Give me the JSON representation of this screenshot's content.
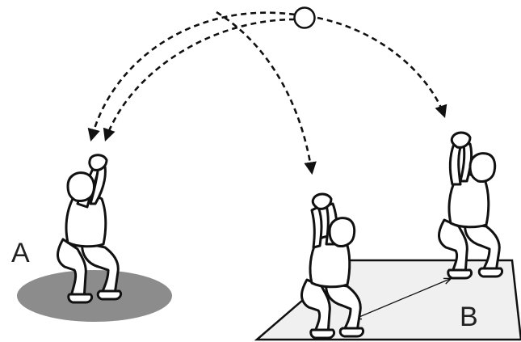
{
  "labels": {
    "left_position": "A",
    "right_position": "B"
  },
  "colors": {
    "zone_a_fill": "#8c8c8c",
    "zone_b_fill": "#f0f0f0",
    "outline": "#111111"
  },
  "icons": {
    "ball": "circle",
    "trajectory": "dashed-arrow",
    "movement": "double-headed-arrow"
  }
}
